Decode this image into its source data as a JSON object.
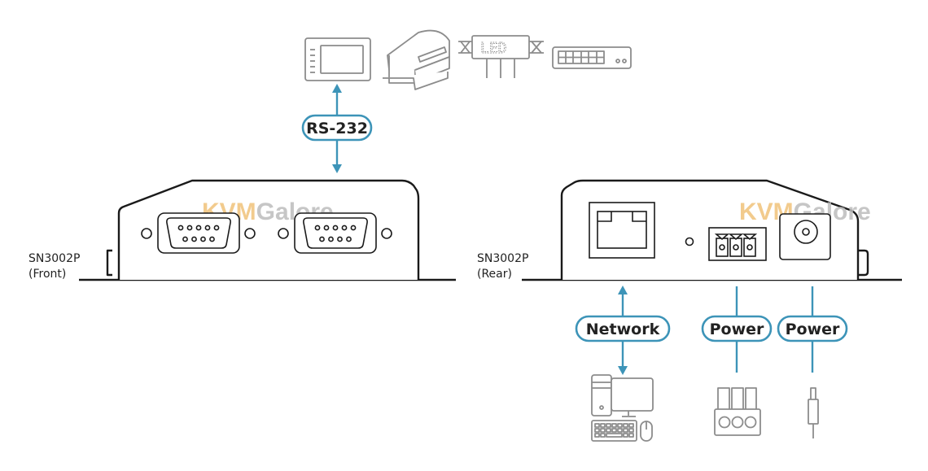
{
  "diagram": {
    "connections": {
      "rs232": "RS-232",
      "network": "Network",
      "power_terminal": "Power",
      "power_dc": "Power"
    },
    "devices": {
      "front": {
        "model": "SN3002P",
        "view": "(Front)"
      },
      "rear": {
        "model": "SN3002P",
        "view": "(Rear)"
      }
    },
    "peripherals": {
      "led_sign_text": "LED"
    },
    "watermark": {
      "part1": "KVM",
      "part2": "Galore"
    },
    "colors": {
      "connector_blue": "#3d94b8",
      "device_outline": "#1a1a1a",
      "peripheral_gray": "#8c8c8c"
    }
  }
}
